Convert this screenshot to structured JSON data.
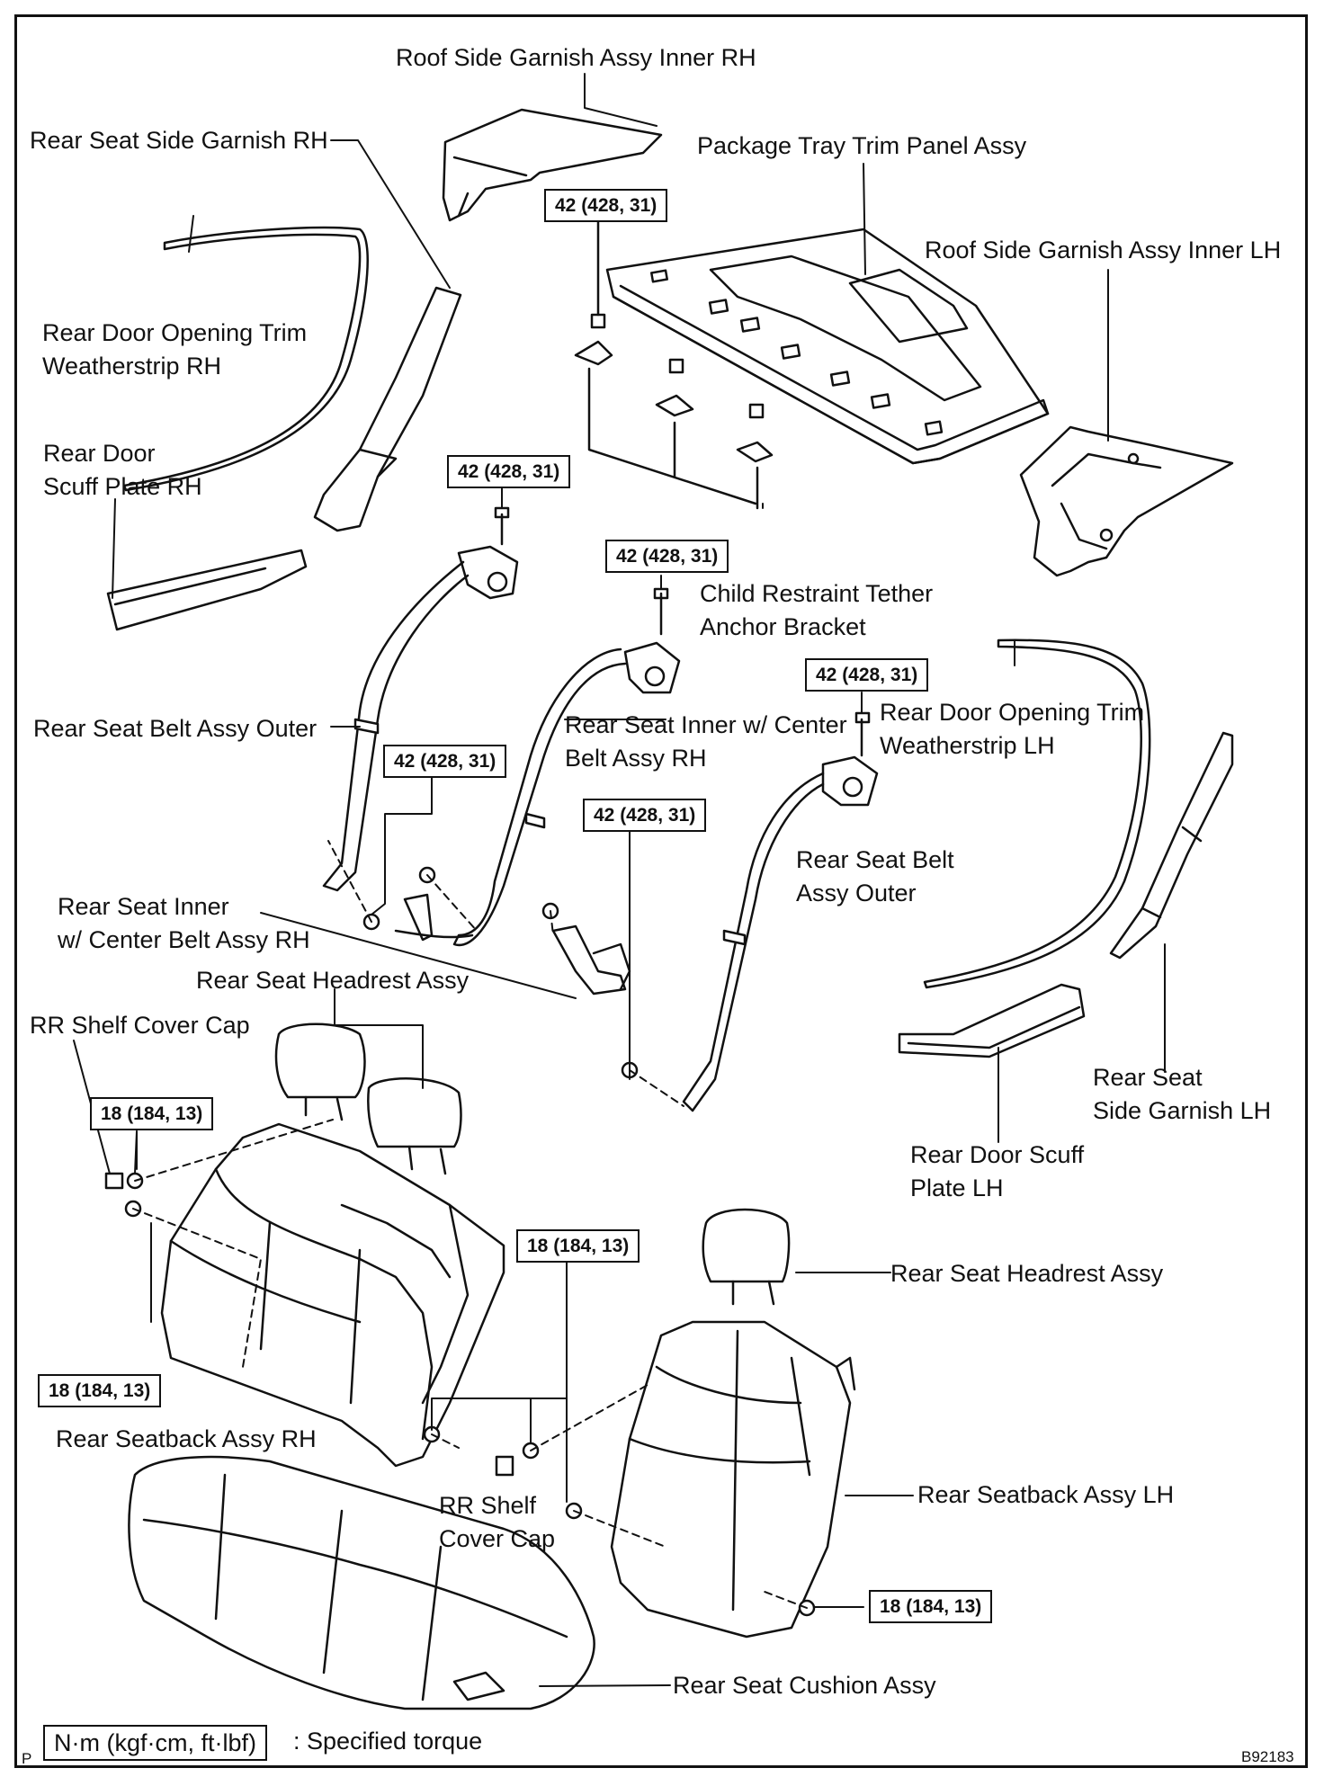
{
  "labels": {
    "roof_side_garnish_inner_rh": "Roof Side Garnish Assy Inner RH",
    "rear_seat_side_garnish_rh": "Rear Seat Side Garnish RH",
    "package_tray_trim_panel": "Package Tray Trim Panel Assy",
    "roof_side_garnish_inner_lh": "Roof Side Garnish Assy Inner LH",
    "rear_door_opening_trim_rh": "Rear Door Opening Trim\nWeatherstrip RH",
    "rear_door_scuff_plate_rh": "Rear Door\nScuff Plate RH",
    "child_restraint_bracket": "Child Restraint Tether\nAnchor Bracket",
    "rear_seat_belt_outer_rh": "Rear Seat Belt Assy Outer",
    "rear_seat_inner_center_belt_rh_1": "Rear Seat Inner w/ Center\nBelt Assy RH",
    "rear_door_opening_trim_lh": "Rear Door Opening Trim\nWeatherstrip LH",
    "rear_seat_belt_outer_lh": "Rear Seat Belt\nAssy Outer",
    "rear_seat_inner_center_belt_rh_2": "Rear Seat Inner\nw/ Center Belt Assy RH",
    "rear_seat_headrest_1": "Rear Seat Headrest Assy",
    "rr_shelf_cover_cap_1": "RR Shelf Cover Cap",
    "rear_seat_side_garnish_lh": "Rear Seat\nSide Garnish LH",
    "rear_door_scuff_plate_lh": "Rear Door Scuff\nPlate LH",
    "rear_seat_headrest_2": "Rear Seat Headrest Assy",
    "rear_seatback_rh": "Rear Seatback Assy RH",
    "rr_shelf_cover_cap_2": "RR Shelf\nCover Cap",
    "rear_seatback_lh": "Rear Seatback Assy LH",
    "rear_seat_cushion": "Rear Seat Cushion Assy"
  },
  "torques": {
    "t1": "42 (428, 31)",
    "t2": "42 (428, 31)",
    "t3": "42 (428, 31)",
    "t4": "42 (428, 31)",
    "t5": "42 (428, 31)",
    "t6": "42 (428, 31)",
    "t7": "18 (184, 13)",
    "t8": "18 (184, 13)",
    "t9": "18 (184, 13)",
    "t10": "18 (184, 13)"
  },
  "legend": {
    "unit": "N·m (kgf·cm, ft·lbf)",
    "text": ": Specified torque"
  },
  "corner": {
    "left": "P",
    "code": "B92183"
  }
}
